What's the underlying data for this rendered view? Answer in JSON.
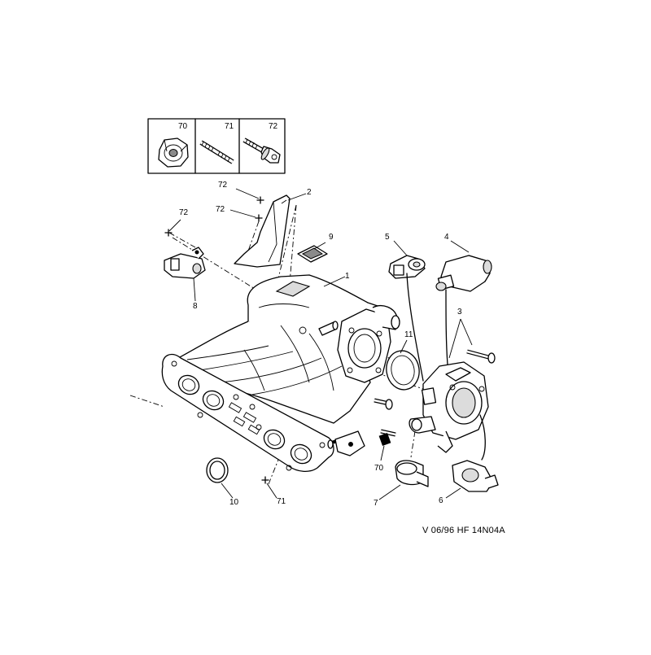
{
  "legend": {
    "items": [
      {
        "number": "70",
        "icon": "hex-nut-icon"
      },
      {
        "number": "71",
        "icon": "stud-icon"
      },
      {
        "number": "72",
        "icon": "flange-bolt-icon"
      }
    ]
  },
  "callouts": {
    "c1": "1",
    "c2": "2",
    "c3": "3",
    "c4": "4",
    "c5": "5",
    "c6": "6",
    "c7": "7",
    "c8": "8",
    "c9": "9",
    "c10": "10",
    "c11": "11",
    "c70": "70",
    "c71": "71",
    "c72a": "72",
    "c72b": "72",
    "c72c": "72"
  },
  "reference": "V 06/96 HF 14N04A"
}
